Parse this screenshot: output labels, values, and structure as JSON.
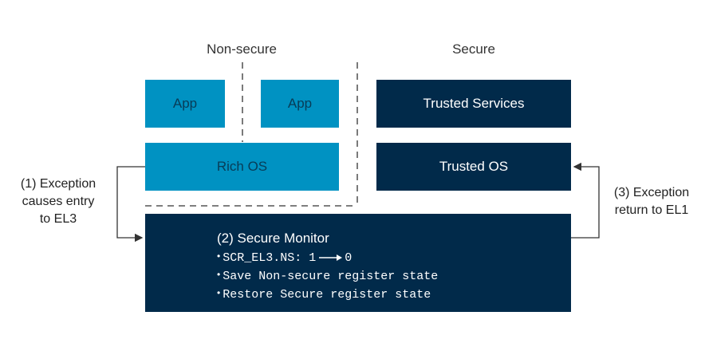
{
  "headers": {
    "non_secure": "Non-secure",
    "secure": "Secure"
  },
  "boxes": {
    "app_left": "App",
    "app_right": "App",
    "rich_os": "Rich OS",
    "trusted_services": "Trusted Services",
    "trusted_os": "Trusted OS"
  },
  "monitor": {
    "title": "(2) Secure Monitor",
    "item1_prefix": "SCR_EL3.NS: 1",
    "item1_suffix": "0",
    "item2": "Save Non-secure register state",
    "item3": "Restore Secure register state",
    "bullet": "•"
  },
  "notes": {
    "left": [
      "(1) Exception",
      "causes entry",
      "to EL3"
    ],
    "right": [
      "(3) Exception",
      "return to EL1"
    ]
  },
  "colors": {
    "non_secure_box": "#0092c2",
    "non_secure_text": "#083c57",
    "secure_box": "#012a4a",
    "secure_text": "#ffffff",
    "lines": "#333333"
  }
}
